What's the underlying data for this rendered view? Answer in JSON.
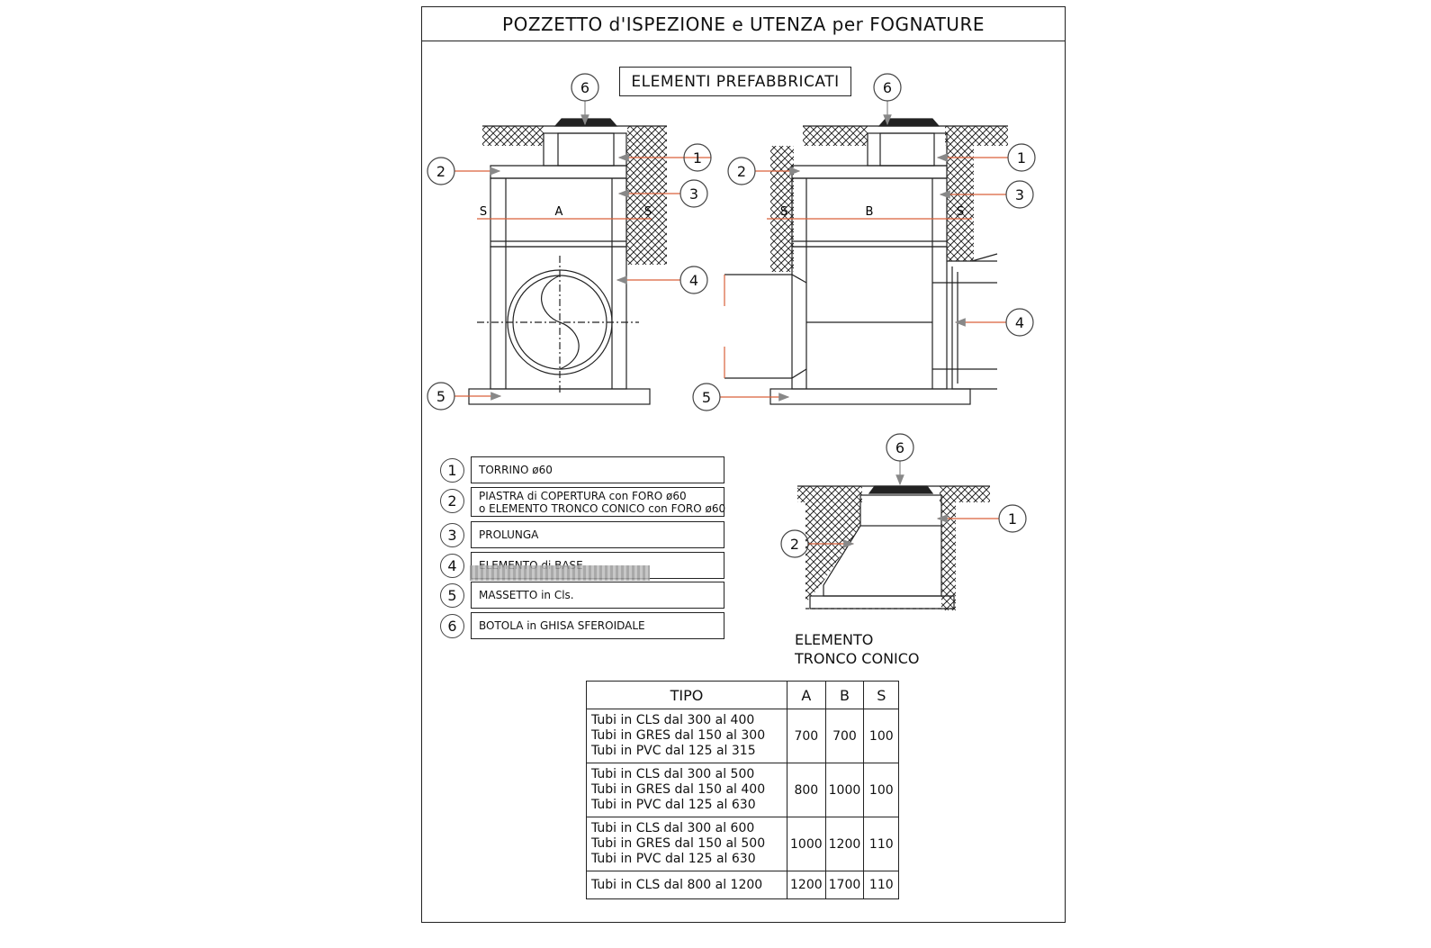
{
  "title": "POZZETTO d'ISPEZIONE e UTENZA per FOGNATURE",
  "subtitle": "ELEMENTI PREFABBRICATI",
  "drawing_labels": {
    "left_dim_s1": "S",
    "left_dim_a": "A",
    "left_dim_s2": "S",
    "right_dim_s1": "S",
    "right_dim_b": "B",
    "right_dim_s2": "S",
    "markers": [
      "1",
      "2",
      "3",
      "4",
      "5",
      "6"
    ]
  },
  "legend": [
    {
      "num": "1",
      "lines": [
        "TORRINO ø60"
      ]
    },
    {
      "num": "2",
      "lines": [
        "PIASTRA di COPERTURA con FORO ø60",
        "o ELEMENTO TRONCO CONICO con FORO ø60"
      ]
    },
    {
      "num": "3",
      "lines": [
        "PROLUNGA"
      ]
    },
    {
      "num": "4",
      "lines": [
        "ELEMENTO di BASE"
      ]
    },
    {
      "num": "5",
      "lines": [
        "MASSETTO in Cls."
      ]
    },
    {
      "num": "6",
      "lines": [
        "BOTOLA in GHISA SFEROIDALE"
      ]
    }
  ],
  "cone_caption": [
    "ELEMENTO",
    "TRONCO CONICO"
  ],
  "table": {
    "headers": [
      "TIPO",
      "A",
      "B",
      "S"
    ],
    "rows": [
      {
        "tubes": [
          "Tubi in CLS dal 300 al 400",
          "Tubi in GRES dal 150 al 300",
          "Tubi in PVC dal 125 al 315"
        ],
        "a": "700",
        "b": "700",
        "s": "100"
      },
      {
        "tubes": [
          "Tubi in CLS dal 300 al 500",
          "Tubi in GRES dal 150 al 400",
          "Tubi in PVC dal 125 al 630"
        ],
        "a": "800",
        "b": "1000",
        "s": "100"
      },
      {
        "tubes": [
          "Tubi in CLS dal 300 al 600",
          "Tubi in GRES dal 150 al 500",
          "Tubi in PVC dal 125 al 630"
        ],
        "a": "1000",
        "b": "1200",
        "s": "110"
      },
      {
        "tubes": [
          "Tubi in CLS dal 800 al 1200"
        ],
        "a": "1200",
        "b": "1700",
        "s": "110"
      }
    ]
  },
  "colors": {
    "line": "#222222",
    "leader": "#d9603a",
    "arrow": "#888888",
    "dim": "#d9603a"
  }
}
